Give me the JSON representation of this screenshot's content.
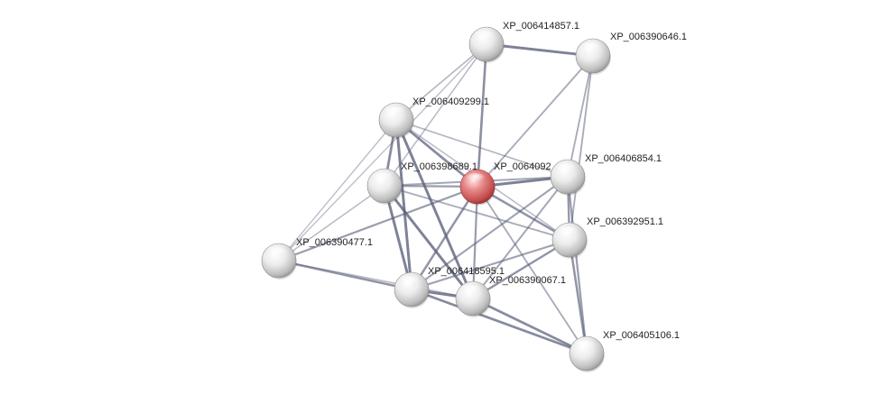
{
  "network": {
    "colors": {
      "query_node": "#e07a7a",
      "node": "#e6e6e6",
      "edge": "#5a607a"
    },
    "nodes": [
      {
        "id": "n1",
        "label": "XP_006414857.1",
        "role": "partner"
      },
      {
        "id": "n2",
        "label": "XP_006390646.1",
        "role": "partner"
      },
      {
        "id": "n3",
        "label": "XP_006409299.1",
        "role": "partner"
      },
      {
        "id": "n4",
        "label": "XP_006398689.1",
        "role": "partner"
      },
      {
        "id": "n5",
        "label": "XP_0064092",
        "role": "query"
      },
      {
        "id": "n6",
        "label": "XP_006406854.1",
        "role": "partner"
      },
      {
        "id": "n7",
        "label": "XP_006392951.1",
        "role": "partner"
      },
      {
        "id": "n8",
        "label": "XP_006390477.1",
        "role": "partner"
      },
      {
        "id": "n9",
        "label": "XP_006418595.1",
        "role": "partner"
      },
      {
        "id": "n10",
        "label": "XP_006390067.1",
        "role": "partner"
      },
      {
        "id": "n11",
        "label": "XP_006405106.1",
        "role": "partner"
      }
    ],
    "edges": [
      {
        "from": "n1",
        "to": "n2",
        "strength": 0.9
      },
      {
        "from": "n1",
        "to": "n3",
        "strength": 0.35
      },
      {
        "from": "n1",
        "to": "n5",
        "strength": 0.75
      },
      {
        "from": "n1",
        "to": "n4",
        "strength": 0.3
      },
      {
        "from": "n1",
        "to": "n8",
        "strength": 0.25
      },
      {
        "from": "n2",
        "to": "n5",
        "strength": 0.45
      },
      {
        "from": "n2",
        "to": "n6",
        "strength": 0.45
      },
      {
        "from": "n2",
        "to": "n7",
        "strength": 0.45
      },
      {
        "from": "n3",
        "to": "n4",
        "strength": 0.8
      },
      {
        "from": "n3",
        "to": "n5",
        "strength": 0.8
      },
      {
        "from": "n3",
        "to": "n9",
        "strength": 0.9
      },
      {
        "from": "n3",
        "to": "n10",
        "strength": 0.9
      },
      {
        "from": "n3",
        "to": "n6",
        "strength": 0.35
      },
      {
        "from": "n3",
        "to": "n7",
        "strength": 0.3
      },
      {
        "from": "n3",
        "to": "n8",
        "strength": 0.25
      },
      {
        "from": "n4",
        "to": "n5",
        "strength": 0.6
      },
      {
        "from": "n4",
        "to": "n9",
        "strength": 0.9
      },
      {
        "from": "n4",
        "to": "n10",
        "strength": 0.9
      },
      {
        "from": "n4",
        "to": "n8",
        "strength": 0.3
      },
      {
        "from": "n4",
        "to": "n6",
        "strength": 0.5
      },
      {
        "from": "n4",
        "to": "n7",
        "strength": 0.45
      },
      {
        "from": "n5",
        "to": "n6",
        "strength": 0.9
      },
      {
        "from": "n5",
        "to": "n7",
        "strength": 0.7
      },
      {
        "from": "n5",
        "to": "n9",
        "strength": 0.7
      },
      {
        "from": "n5",
        "to": "n10",
        "strength": 0.6
      },
      {
        "from": "n5",
        "to": "n8",
        "strength": 0.6
      },
      {
        "from": "n5",
        "to": "n11",
        "strength": 0.45
      },
      {
        "from": "n6",
        "to": "n7",
        "strength": 0.65
      },
      {
        "from": "n6",
        "to": "n9",
        "strength": 0.55
      },
      {
        "from": "n6",
        "to": "n10",
        "strength": 0.5
      },
      {
        "from": "n6",
        "to": "n11",
        "strength": 0.6
      },
      {
        "from": "n7",
        "to": "n9",
        "strength": 0.55
      },
      {
        "from": "n7",
        "to": "n10",
        "strength": 0.7
      },
      {
        "from": "n7",
        "to": "n11",
        "strength": 0.7
      },
      {
        "from": "n8",
        "to": "n9",
        "strength": 0.7
      },
      {
        "from": "n8",
        "to": "n10",
        "strength": 0.3
      },
      {
        "from": "n9",
        "to": "n10",
        "strength": 0.9
      },
      {
        "from": "n9",
        "to": "n11",
        "strength": 0.8
      },
      {
        "from": "n10",
        "to": "n11",
        "strength": 0.8
      }
    ]
  }
}
